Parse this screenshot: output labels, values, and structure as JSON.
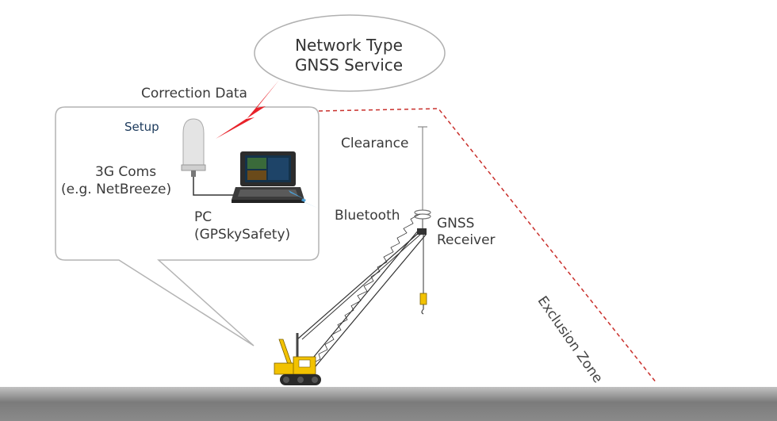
{
  "cloud": {
    "line1": "Network Type",
    "line2": "GNSS Service"
  },
  "labels": {
    "correction": "Correction Data",
    "setup": "Setup",
    "coms_line1": "3G Coms",
    "coms_line2": "(e.g. NetBreeze)",
    "pc_line1": "PC",
    "pc_line2": "(GPSkySafety)",
    "clearance": "Clearance",
    "bluetooth": "Bluetooth",
    "gnss_line1": "GNSS",
    "gnss_line2": "Receiver",
    "exclusion": "Exclusion Zone"
  },
  "colors": {
    "lightning": "#e8222a",
    "bluetooth": "#4aa0d8",
    "zone": "#c9302c",
    "crane": "#f2c200",
    "outline": "#b0b0b0"
  },
  "icons": [
    "antenna-icon",
    "laptop-icon",
    "lightning-icon",
    "bluetooth-wave-icon",
    "crane-icon",
    "gnss-receiver-icon"
  ]
}
